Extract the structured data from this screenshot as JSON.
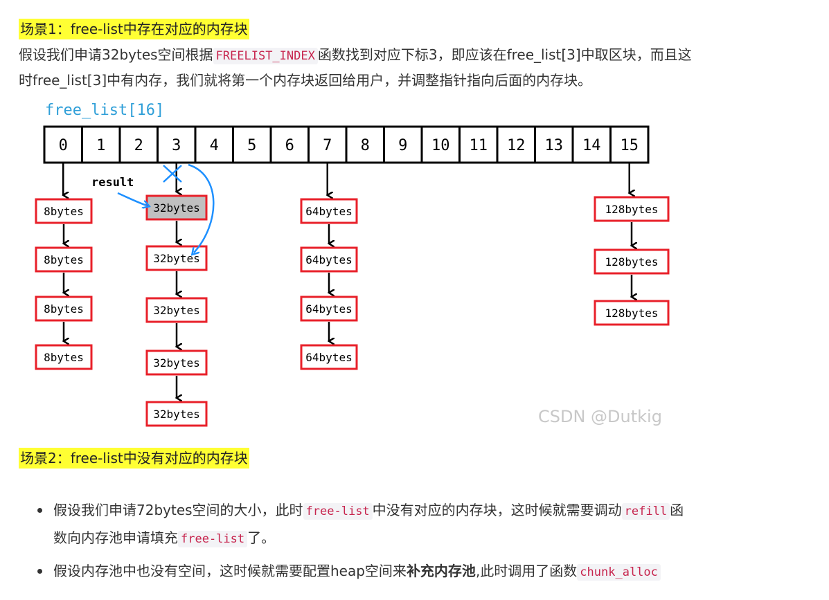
{
  "scenario1": {
    "title": "场景1：free-list中存在对应的内存块",
    "para_part1": "假设我们申请32bytes空间根据",
    "para_code": "FREELIST_INDEX",
    "para_part2": "函数找到对应下标3，即应该在free_list[3]中取区块，而且这",
    "para_line2": "时free_list[3]中有内存，我们就将第一个内存块返回给用户，并调整指针指向后面的内存块。"
  },
  "diagram": {
    "array_label": "free_list[16]",
    "indices": [
      "0",
      "1",
      "2",
      "3",
      "4",
      "5",
      "6",
      "7",
      "8",
      "9",
      "10",
      "11",
      "12",
      "13",
      "14",
      "15"
    ],
    "result_label": "result",
    "watermark": "CSDN @Dutkig",
    "columns": [
      {
        "index": 0,
        "blocks": [
          "8bytes",
          "8bytes",
          "8bytes",
          "8bytes"
        ]
      },
      {
        "index": 3,
        "blocks": [
          "32bytes",
          "32bytes",
          "32bytes",
          "32bytes",
          "32bytes"
        ]
      },
      {
        "index": 7,
        "blocks": [
          "64bytes",
          "64bytes",
          "64bytes",
          "64bytes"
        ]
      },
      {
        "index": 15,
        "blocks": [
          "128bytes",
          "128bytes",
          "128bytes"
        ]
      }
    ],
    "colors": {
      "block_border": "#e8202a",
      "highlight_block": "#c0c0c0",
      "annotation": "#1e90ff",
      "array_label": "#2f9fd8"
    }
  },
  "scenario2": {
    "title": "场景2：free-list中没有对应的内存块",
    "bullet1_part1": "假设我们申请72bytes空间的大小，此时",
    "bullet1_code1": "free-list",
    "bullet1_part2": "中没有对应的内存块，这时候就需要调动",
    "bullet1_code2": "refill",
    "bullet1_part3": "函",
    "bullet1_line2a": "数向内存池申请填充",
    "bullet1_code3": "free-list",
    "bullet1_line2b": "了。",
    "bullet2_part1": "假设内存池中也没有空间，这时候就需要配置heap空间来",
    "bullet2_bold": "补充内存池",
    "bullet2_part2": ",此时调用了函数",
    "bullet2_code": "chunk_alloc"
  }
}
